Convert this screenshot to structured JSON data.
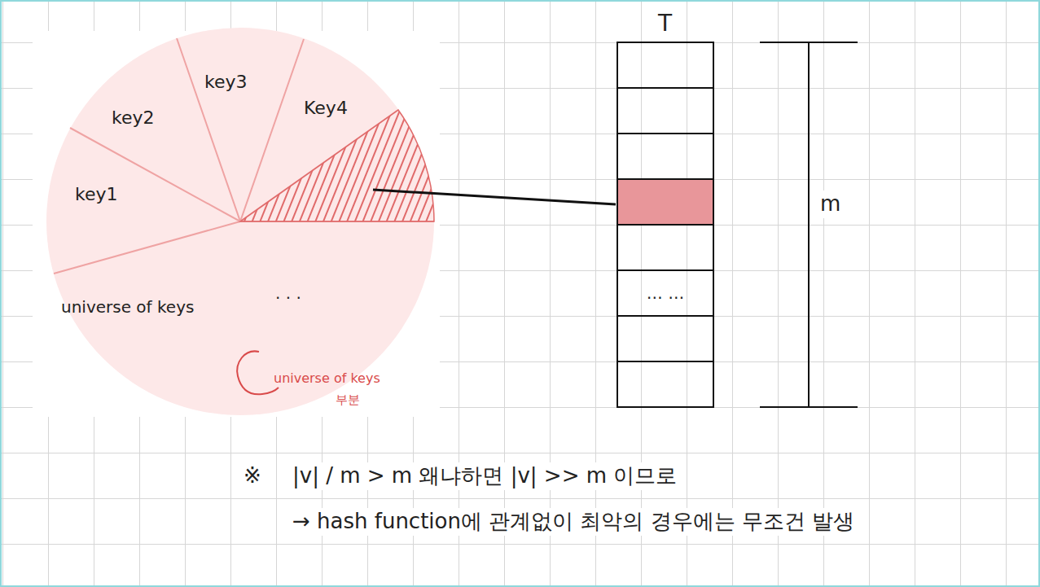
{
  "diagram": {
    "nodes": [
      {
        "text": [
          "universe of keys",
          "· · ·"
        ]
      },
      {
        "text": [
          "key1"
        ],
        "in": 0
      },
      {
        "text": [
          "key2"
        ],
        "in": 0
      },
      {
        "text": [
          "key3"
        ],
        "in": 0
      },
      {
        "text": [
          "Key4"
        ],
        "in": 0
      },
      {
        "text": [
          "T"
        ]
      },
      {
        "text": [
          "… …"
        ],
        "in": 5
      }
    ],
    "labels": [
      "universe of keys",
      "부분",
      "m",
      "※",
      "|v| / m > m 왜냐하면 |v| >> m 이므로",
      "→ hash function에 관계없이 최악의 경우에는 무조건 발생"
    ]
  }
}
